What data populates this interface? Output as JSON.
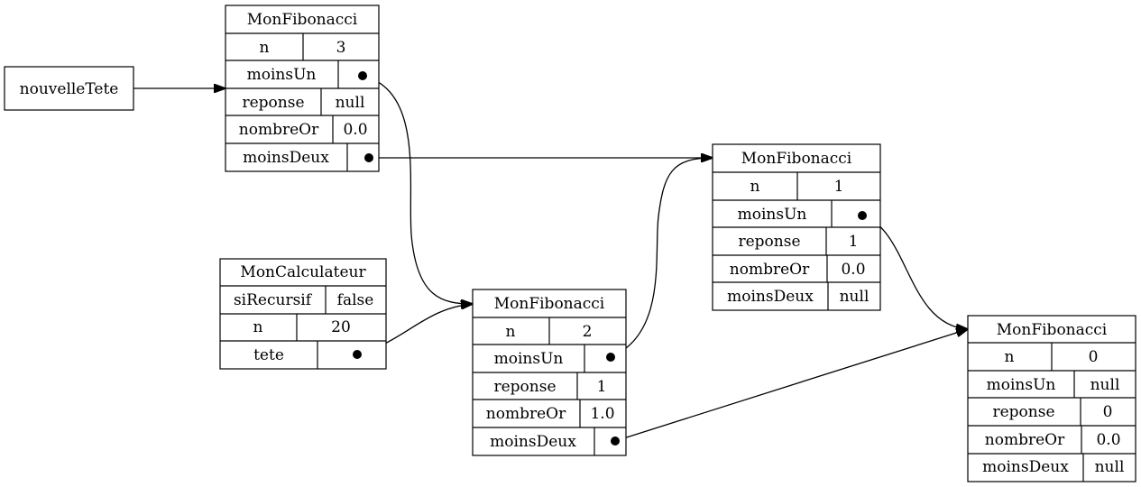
{
  "nodes": {
    "nouvelleTete": {
      "label": "nouvelleTete"
    },
    "fib3": {
      "title": "MonFibonacci",
      "rows": [
        {
          "key": "n",
          "value": "3"
        },
        {
          "key": "moinsUn",
          "value": ""
        },
        {
          "key": "reponse",
          "value": "null"
        },
        {
          "key": "nombreOr",
          "value": "0.0"
        },
        {
          "key": "moinsDeux",
          "value": ""
        }
      ]
    },
    "calc": {
      "title": "MonCalculateur",
      "rows": [
        {
          "key": "siRecursif",
          "value": "false"
        },
        {
          "key": "n",
          "value": "20"
        },
        {
          "key": "tete",
          "value": ""
        }
      ]
    },
    "fib2": {
      "title": "MonFibonacci",
      "rows": [
        {
          "key": "n",
          "value": "2"
        },
        {
          "key": "moinsUn",
          "value": ""
        },
        {
          "key": "reponse",
          "value": "1"
        },
        {
          "key": "nombreOr",
          "value": "1.0"
        },
        {
          "key": "moinsDeux",
          "value": ""
        }
      ]
    },
    "fib1": {
      "title": "MonFibonacci",
      "rows": [
        {
          "key": "n",
          "value": "1"
        },
        {
          "key": "moinsUn",
          "value": ""
        },
        {
          "key": "reponse",
          "value": "1"
        },
        {
          "key": "nombreOr",
          "value": "0.0"
        },
        {
          "key": "moinsDeux",
          "value": "null"
        }
      ]
    },
    "fib0": {
      "title": "MonFibonacci",
      "rows": [
        {
          "key": "n",
          "value": "0"
        },
        {
          "key": "moinsUn",
          "value": "null"
        },
        {
          "key": "reponse",
          "value": "0"
        },
        {
          "key": "nombreOr",
          "value": "0.0"
        },
        {
          "key": "moinsDeux",
          "value": "null"
        }
      ]
    }
  },
  "edges": [
    {
      "from": "nouvelleTete",
      "to": "fib3"
    },
    {
      "from": "fib3.moinsUn",
      "to": "fib2"
    },
    {
      "from": "fib3.moinsDeux",
      "to": "fib1"
    },
    {
      "from": "calc.tete",
      "to": "fib2"
    },
    {
      "from": "fib2.moinsUn",
      "to": "fib1"
    },
    {
      "from": "fib2.moinsDeux",
      "to": "fib0"
    },
    {
      "from": "fib1.moinsUn",
      "to": "fib0"
    }
  ]
}
